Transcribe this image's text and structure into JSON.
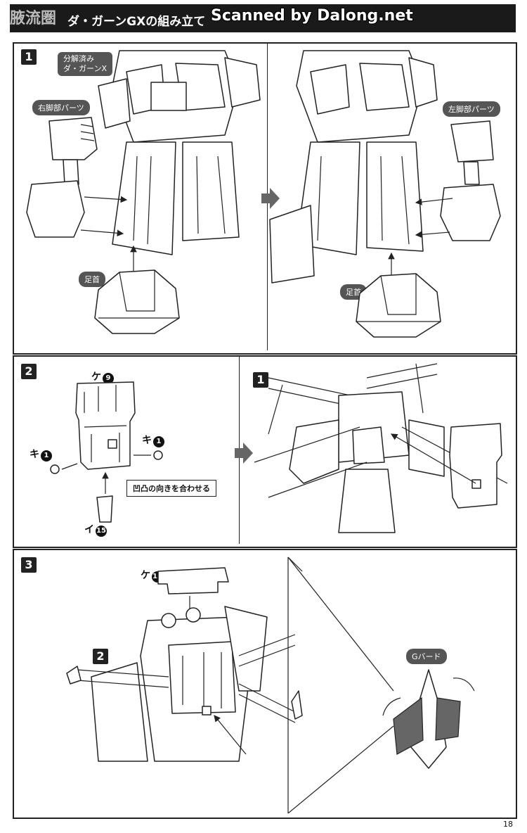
{
  "header": {
    "watermark": "腋流圏",
    "title": "ダ・ガーンGXの組み立て",
    "scan_credit": "Scanned by Dalong.net"
  },
  "step1": {
    "number": "1",
    "label_body": "分解済み\nダ・ガーンX",
    "label_right_leg": "右脚部パーツ",
    "label_left_leg": "左脚部パーツ",
    "label_ankle_left": "足首",
    "label_ankle_right": "足首"
  },
  "step2": {
    "number": "2",
    "part_ke": "ケ",
    "part_ke_num": "9",
    "part_ki_left": "キ",
    "part_ki_left_num": "1",
    "part_ki_right": "キ",
    "part_ki_right_num": "1",
    "part_i": "イ",
    "part_i_num": "15",
    "instruction": "凹凸の向きを合わせる",
    "ref_step": "1"
  },
  "step3": {
    "number": "3",
    "part_ke": "ケ",
    "part_ke_num": "12",
    "ref_step": "2",
    "label_gbird": "Gバード"
  },
  "page_number": "18"
}
